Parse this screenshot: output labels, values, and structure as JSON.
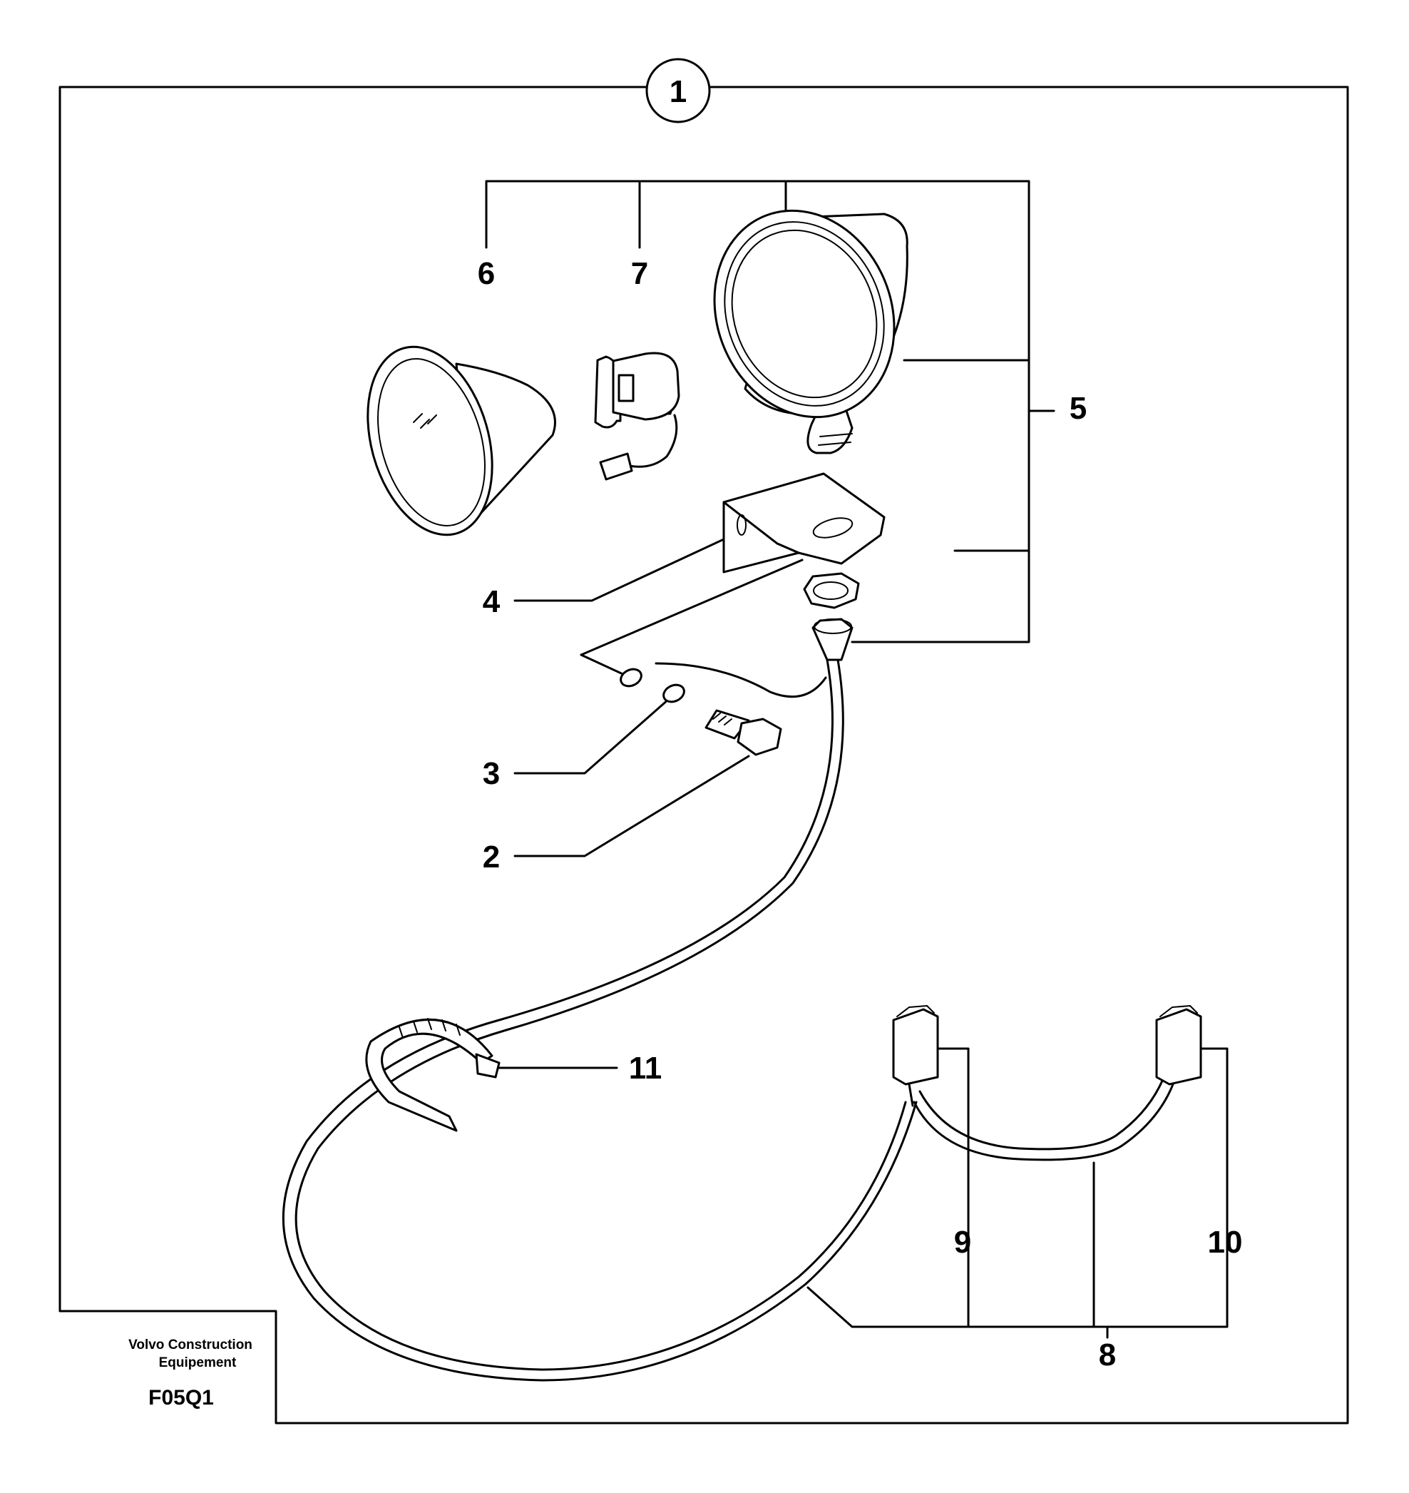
{
  "diagram": {
    "assembly_number": "1",
    "callouts": {
      "p2": "2",
      "p3": "3",
      "p4": "4",
      "p5": "5",
      "p6": "6",
      "p7": "7",
      "p8": "8",
      "p9": "9",
      "p10": "10",
      "p11": "11"
    },
    "footer": {
      "maker_line1": "Volvo Construction",
      "maker_line2": "Equipement",
      "figure_code": "F05Q1"
    }
  }
}
